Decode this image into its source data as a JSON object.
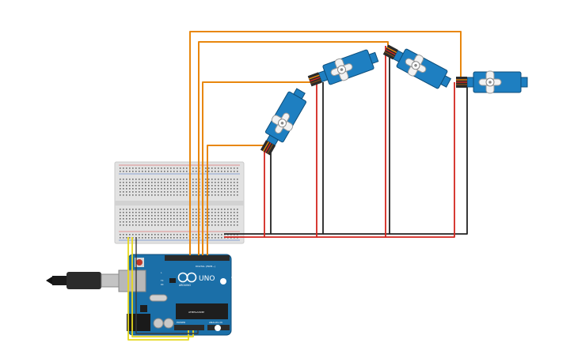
{
  "board": {
    "logo_text": "UNO",
    "brand_text": "ARDUINO",
    "digital_label": "DIGITAL (PWM~)",
    "power_label": "POWER",
    "analog_label": "ANALOG IN",
    "tx_label": "TX",
    "rx_label": "RX",
    "l_label": "L",
    "on_label": "ON",
    "chip_label": "ATMEGA328P"
  },
  "servo_count": 4,
  "colors": {
    "signal_wire": "#e8870e",
    "power_wire": "#d3261e",
    "ground_wire": "#222222",
    "usb_wire": "#e6d81d",
    "board": "#1b6fa8",
    "servo_body": "#1e7fc1",
    "breadboard": "#e2e2e2"
  },
  "icons": [
    "usb-plug-icon",
    "infinity-logo-icon",
    "servo-horn-icon",
    "reset-button-icon"
  ]
}
